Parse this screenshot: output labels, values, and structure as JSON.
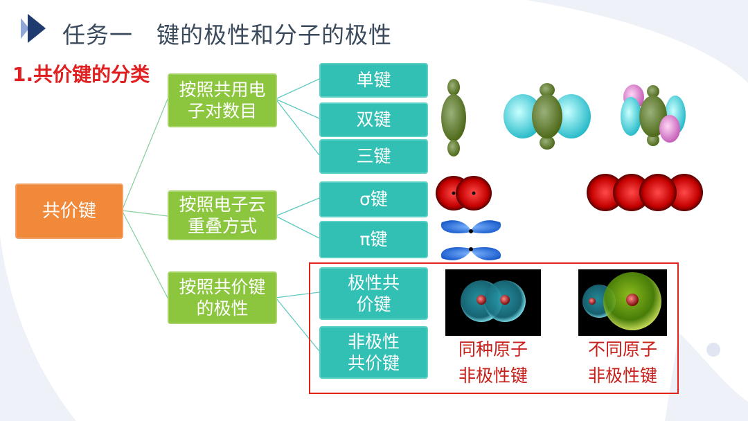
{
  "header": {
    "title": "任务一　键的极性和分子的极性",
    "section": "1.共价键的分类"
  },
  "tree": {
    "root": "共价键",
    "categories": [
      {
        "label": "按照共用电子对数目",
        "items": [
          "单键",
          "双键",
          "三键"
        ]
      },
      {
        "label": "按照电子云重叠方式",
        "items": [
          "σ键",
          "π键"
        ]
      },
      {
        "label": "按照共价键的极性",
        "items": [
          "极性共价键",
          "非极性共价键"
        ]
      }
    ]
  },
  "captions": {
    "nonpolar": "同种原子\n非极性键",
    "polar": "不同原子\n非极性键"
  },
  "colors": {
    "title": "#3a4a5c",
    "section": "#e02020",
    "root_box": "#f08a3a",
    "category_box": "#8cc63f",
    "item_box": "#32c0b5",
    "frame": "#e0241c",
    "caption": "#c8201a"
  }
}
